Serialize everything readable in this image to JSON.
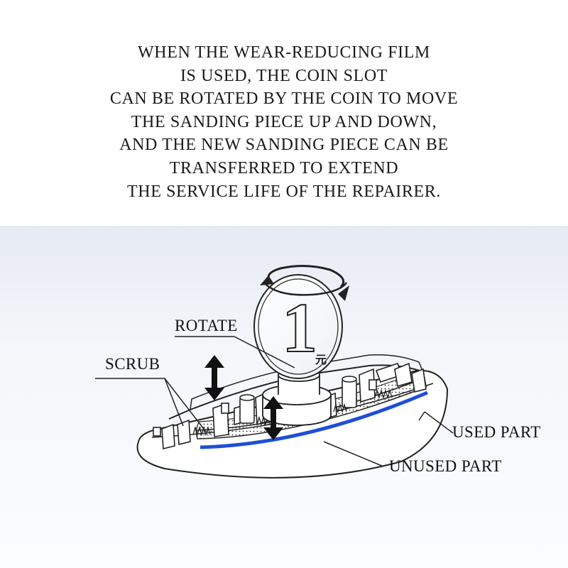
{
  "caption": {
    "lines": [
      "WHEN THE WEAR-REDUCING FILM",
      "IS USED, THE COIN SLOT",
      "CAN BE ROTATED BY THE COIN TO MOVE",
      "THE SANDING PIECE UP AND DOWN,",
      "AND THE NEW SANDING PIECE CAN BE",
      "TRANSFERRED TO EXTEND",
      "THE SERVICE LIFE OF THE REPAIRER."
    ]
  },
  "labels": {
    "rotate": "ROTATE",
    "scrub": "SCRUB",
    "used_part": "USED PART",
    "unused_part": "UNUSED PART"
  },
  "coin": {
    "numeral": "1",
    "unit": "元"
  },
  "colors": {
    "used_strip": "#1f4fd6",
    "line": "#222222"
  }
}
